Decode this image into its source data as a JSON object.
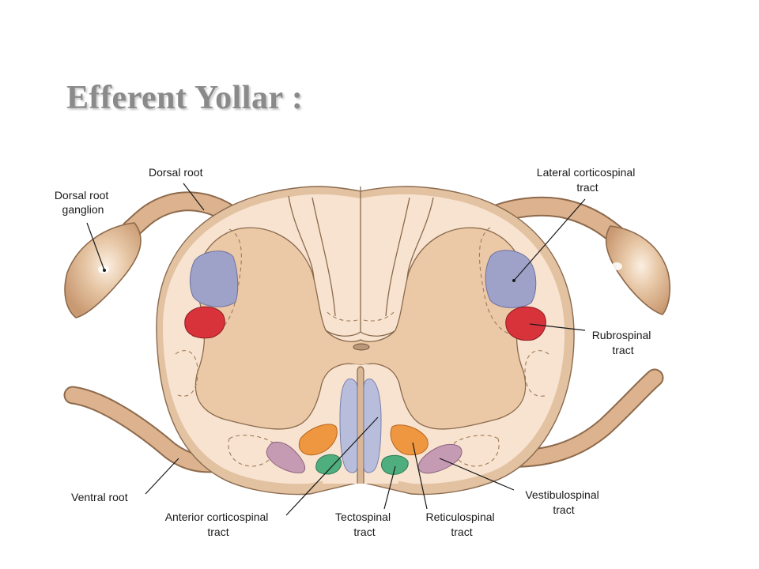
{
  "slide": {
    "title": "Efferent Yollar :"
  },
  "labels": {
    "dorsal_root": "Dorsal root",
    "dorsal_root_ganglion": [
      "Dorsal root",
      "ganglion"
    ],
    "lateral_corticospinal": [
      "Lateral corticospinal",
      "tract"
    ],
    "rubrospinal": [
      "Rubrospinal",
      "tract"
    ],
    "ventral_root": "Ventral root",
    "anterior_corticospinal": [
      "Anterior corticospinal",
      "tract"
    ],
    "tectospinal": [
      "Tectospinal",
      "tract"
    ],
    "reticulospinal": [
      "Reticulospinal",
      "tract"
    ],
    "vestibulospinal": [
      "Vestibulospinal",
      "tract"
    ]
  },
  "colors": {
    "white_matter": "#f7e3cf",
    "gray_matter": "#ecc9a6",
    "root": "#d8ae88",
    "lateral_corticospinal": "#9ea2c9",
    "rubrospinal": "#d8323a",
    "anterior_corticospinal": "#b8bddc",
    "tectospinal": "#4fae7e",
    "reticulospinal": "#ee9640",
    "vestibulospinal": "#c59ab3"
  }
}
